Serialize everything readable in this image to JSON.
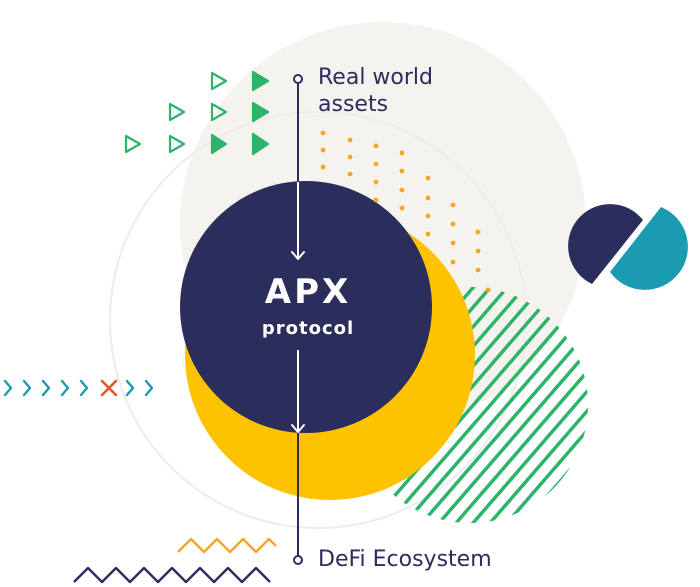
{
  "center": {
    "title": "APX",
    "subtitle": "protocol"
  },
  "flow": {
    "top_label_line1": "Real world",
    "top_label_line2": "assets",
    "bottom_label": "DeFi Ecosystem"
  },
  "colors": {
    "navy": "#2b2d5c",
    "yellow": "#fdc300",
    "green": "#2eb36a",
    "teal": "#1a9bb0",
    "orange": "#f5a623",
    "red": "#e8542a",
    "beige": "#f5f3ee"
  }
}
